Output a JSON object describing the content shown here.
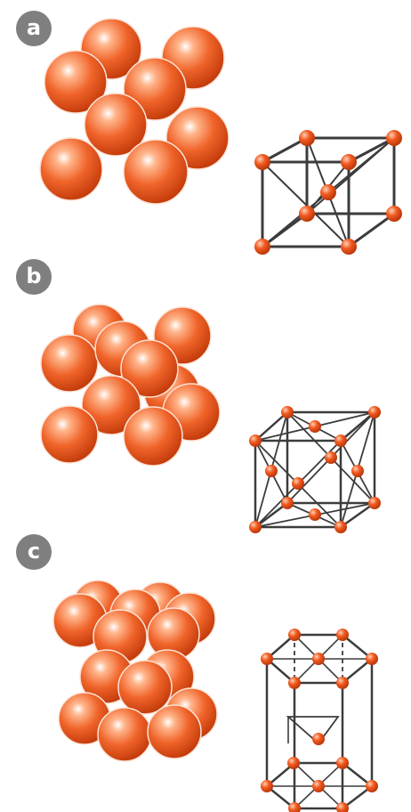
{
  "panels": [
    {
      "id": "a",
      "label": "a"
    },
    {
      "id": "b",
      "label": "b"
    },
    {
      "id": "c",
      "label": "c"
    }
  ],
  "colors": {
    "sphere": "#f0642a",
    "sphere_dark": "#c8400e",
    "sphere_light": "#ffd9c0",
    "lattice_line": "#3c3c3c",
    "badge": "#7f7f7f"
  }
}
